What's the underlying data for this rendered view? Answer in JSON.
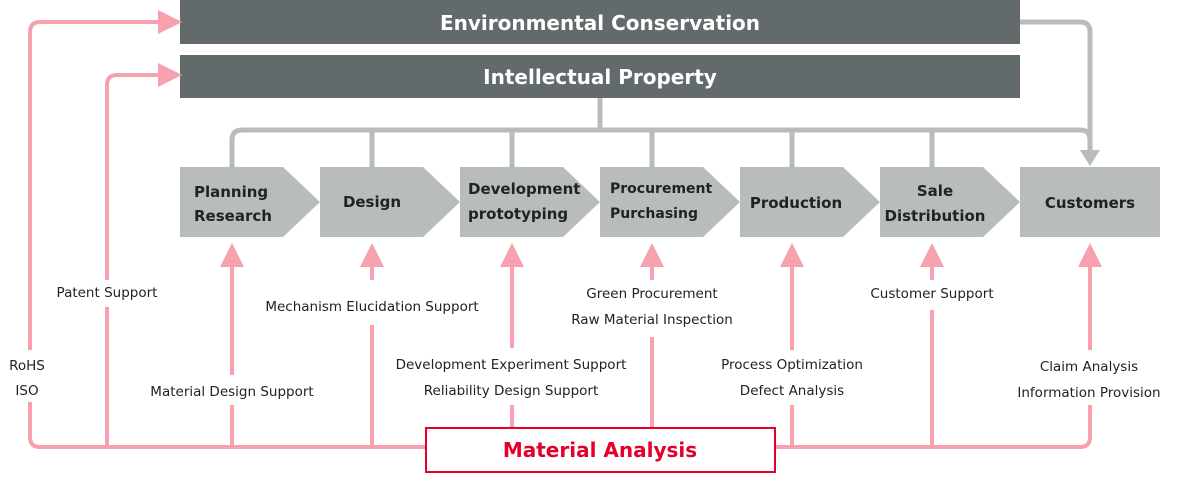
{
  "top_bars": {
    "environmental": "Environmental Conservation",
    "intellectual": "Intellectual Property"
  },
  "steps": [
    {
      "line1": "Planning",
      "line2": "Research"
    },
    {
      "line1": "Design"
    },
    {
      "line1": "Development",
      "line2": "prototyping"
    },
    {
      "line1": "Procurement",
      "line2": "Purchasing"
    },
    {
      "line1": "Production"
    },
    {
      "line1": "Sale",
      "line2": "Distribution"
    },
    {
      "line1": "Customers"
    }
  ],
  "supports": {
    "patent": "Patent Support",
    "rohs": "RoHS",
    "iso": "ISO",
    "material_design": "Material Design Support",
    "mechanism": "Mechanism Elucidation Support",
    "dev_experiment": "Development Experiment Support",
    "reliability": "Reliability Design Support",
    "green_procurement": "Green Procurement",
    "raw_material": "Raw Material Inspection",
    "process_optimization": "Process Optimization",
    "defect_analysis": "Defect Analysis",
    "customer_support": "Customer Support",
    "claim_analysis": "Claim Analysis",
    "information_provision": "Information Provision"
  },
  "center": {
    "label": "Material Analysis"
  },
  "colors": {
    "dark_bar": "#636a6b",
    "step": "#b9bcbc",
    "pink": "#f7a1ae",
    "red": "#e4002b"
  }
}
